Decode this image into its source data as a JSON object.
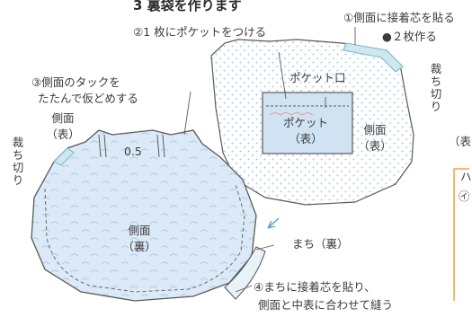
{
  "title": "3 裏袋を作ります",
  "steps": {
    "step1": "①側面に接着芯を貼る",
    "step1_note": "●２枚作る",
    "step2": "②1 枚にポケットをつける",
    "step3_line1": "③側面のタックを",
    "step3_line2": "たたんで仮どめする",
    "step4_line1": "④まちに接着芯を貼り、",
    "step4_line2": "側面と中表に合わせて縫う"
  },
  "labels": {
    "cut_off_right": "裁ち切り",
    "cut_off_left": "裁ち切り",
    "pocket_opening": "ポケット口",
    "pocket_face_line1": "ポケット",
    "pocket_face_line2": "（表）",
    "side_face_right_line1": "側面",
    "side_face_right_line2": "（表）",
    "side_face_left_line1": "側面",
    "side_face_left_line2": "（表）",
    "measure_05": "0.5",
    "side_back_line1": "側面",
    "side_back_line2": "（裏）",
    "gusset_back": "まち（裏）",
    "edge_fragment_1": "（表",
    "edge_fragment_2": "ハ",
    "edge_fragment_3": "㋑"
  },
  "colors": {
    "fabric_blue": "#dbeaf6",
    "dot_blue": "#8fc0de",
    "outline": "#5a5a5a",
    "interfacing_teal": "#7fb9c8",
    "dim_arrow": "#5fa0c8",
    "orange_bracket": "#f2a23a",
    "pocket_fill": "#cfe3f3"
  }
}
